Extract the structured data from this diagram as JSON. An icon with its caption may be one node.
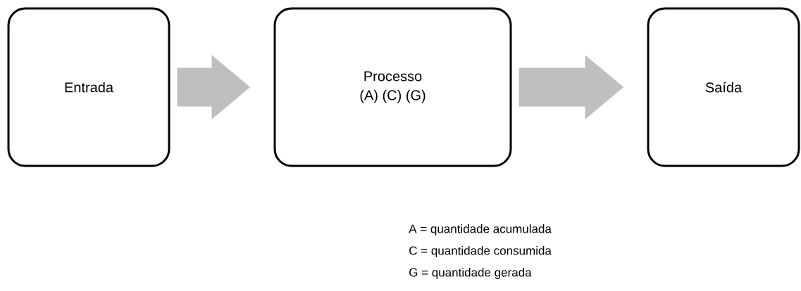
{
  "diagram": {
    "nodes": [
      {
        "text": [
          "Entrada"
        ]
      },
      {
        "text": [
          "Processo",
          "(A) (C) (G)"
        ]
      },
      {
        "text": [
          "Saída"
        ]
      }
    ],
    "edges": [
      {
        "from": 0,
        "to": 1,
        "arrow": "to"
      },
      {
        "from": 1,
        "to": 2,
        "arrow": "to"
      }
    ],
    "labels": [
      "A = quantidade acumulada",
      "C = quantidade consumida",
      "G = quantidade gerada"
    ]
  }
}
